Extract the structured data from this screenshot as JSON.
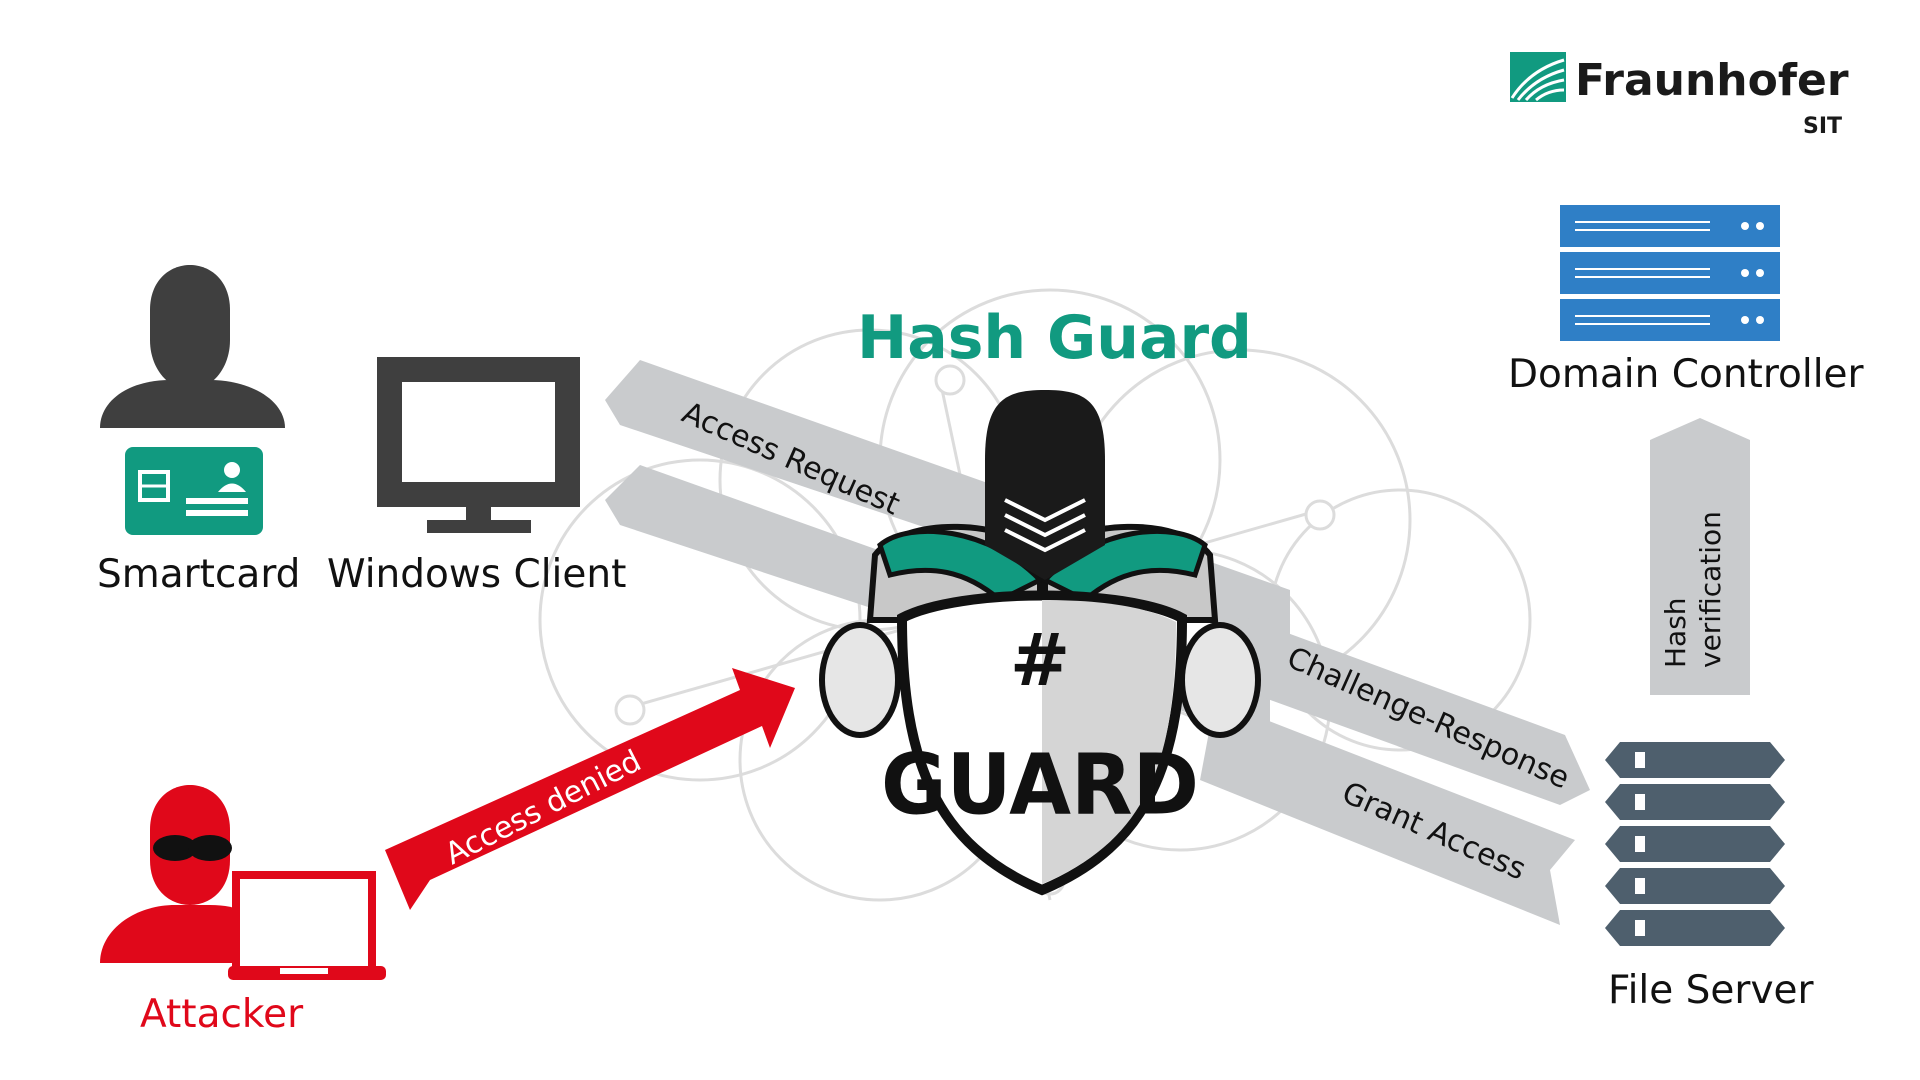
{
  "title": "Hash Guard",
  "logo": {
    "name": "Fraunhofer",
    "sub": "SIT"
  },
  "nodes": {
    "smartcard": "Smartcard",
    "windows_client": "Windows Client",
    "attacker": "Attacker",
    "domain_controller": "Domain Controller",
    "file_server": "File Server"
  },
  "flows": {
    "access_request": "Access Request",
    "challenge_response": "Challenge-Response",
    "grant_access": "Grant Access",
    "access_denied": "Access denied",
    "hash_verification_line1": "Hash",
    "hash_verification_line2": "verification"
  },
  "guard_badge": {
    "symbol": "#",
    "word": "GUARD"
  },
  "colors": {
    "teal": "#119a80",
    "red": "#e0081a",
    "dark_gray": "#3f3f3f",
    "arrow_gray": "#c9cbcd",
    "server_blue": "#2f7fc6",
    "file_server_gray": "#4e5f6d"
  }
}
